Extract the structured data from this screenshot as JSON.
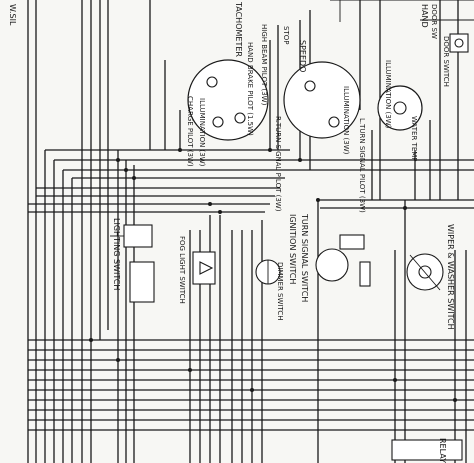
{
  "colors": {
    "ink": "#1a1a1a",
    "paper": "#f7f7f4"
  },
  "labels": {
    "tachometer": "TACHOMETER",
    "hand_brake_pilot": "HAND BRAKE PILOT (1.5W)",
    "high_beam_pilot": "HIGH BEAM PILOT (3W)",
    "speedo": "SPEEDO",
    "charge_pilot": "CHARGE PILOT (3W)",
    "illumination_tach": "ILLUMINATION (3W)",
    "turn_signal_pilot_r": "R.TURN SIGNAL PILOT (3W)",
    "illumination_speedo": "ILLUMINATION (3W)",
    "turn_signal_pilot_l": "L.TURN SIGNAL PILOT (3W)",
    "illumination_right": "ILLUMINATION (3W)",
    "hand_top": "HAND",
    "door_switch": "DOOR SWITCH",
    "door_sw_label": "DOOR SW",
    "lighting_switch": "LIGHTING SWITCH",
    "fog_light_switch": "FOG LIGHT SWITCH",
    "ignition_switch": "IGNITION SWITCH",
    "dimmer_switch": "DIMMER SWITCH",
    "turn_signal_switch": "TURN SIGNAL SWITCH",
    "wiper_washer_switch": "WIPER & WASHER SWITCH",
    "relay": "RELAY",
    "water_temp": "WATER TEMP",
    "top_left_fragment": "W.SIL",
    "stop_fragment": "STOP"
  }
}
